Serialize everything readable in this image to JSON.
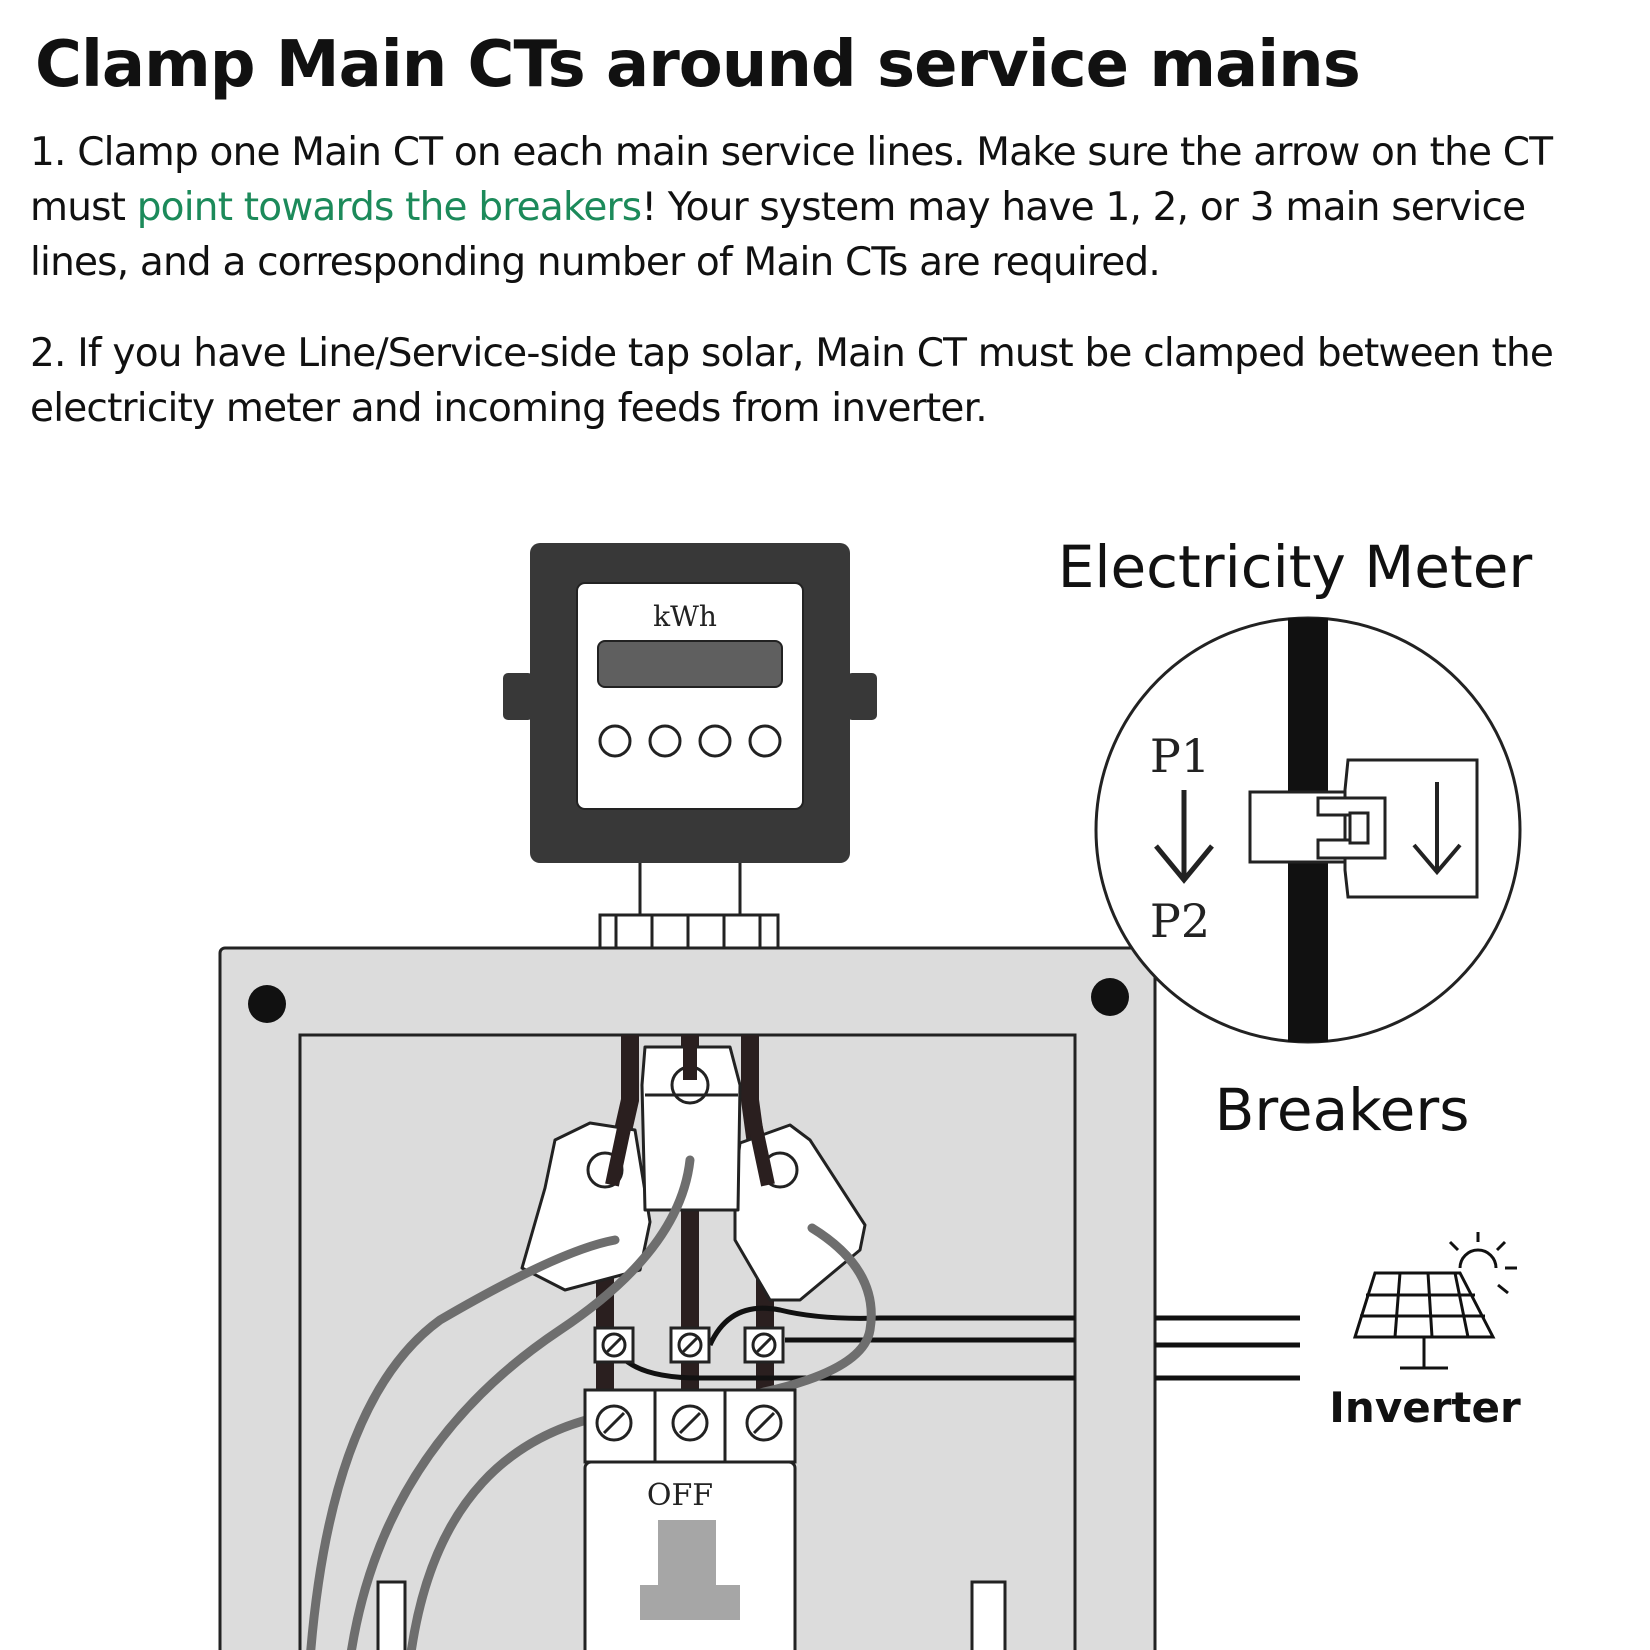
{
  "title": "Clamp Main CTs around service mains",
  "step1": {
    "before": "1. Clamp one Main CT on each main service lines. Make sure the arrow on the CT must ",
    "highlight": "point towards the breakers",
    "after": "! Your system may have 1, 2, or 3 main service lines, and a corresponding number of Main CTs are required."
  },
  "step2": "2. If you have Line/Service-side tap solar, Main CT must be clamped between the electricity meter and incoming feeds from inverter.",
  "labels": {
    "meter_display": "kWh",
    "electricity_meter": "Electricity Meter",
    "breakers": "Breakers",
    "p1": "P1",
    "p2": "P2",
    "inverter": "Inverter",
    "breaker_state": "OFF"
  },
  "colors": {
    "highlight": "#1c8a5a",
    "panel": "#dcdcdc",
    "meter_body": "#383838",
    "ct_lead": "#6e6e6e"
  }
}
